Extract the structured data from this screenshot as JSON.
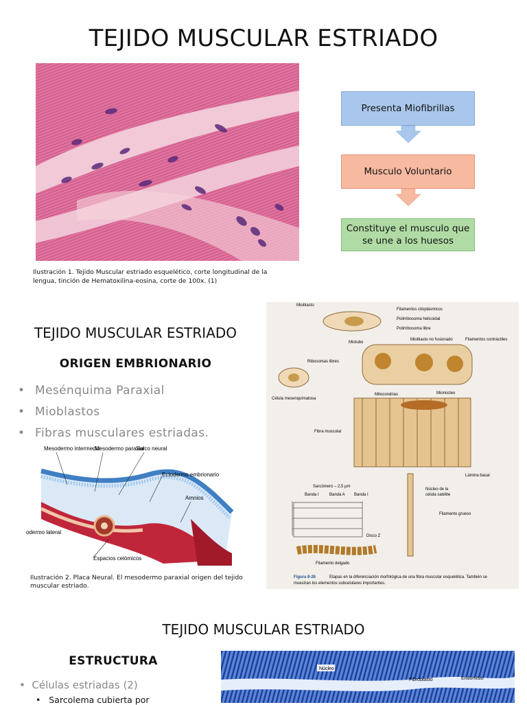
{
  "slide1": {
    "title": "TEJIDO MUSCULAR ESTRIADO",
    "caption": "Ilustración 1. Tejido Muscular estriado esquelético, corte longitudinal de la lengua, tinción de Hematoxilina-eosina, corte de 100x. (1)",
    "flow": [
      {
        "label": "Presenta Miofibrillas",
        "color": "#a9c7ec"
      },
      {
        "label": "Musculo Voluntario",
        "color": "#f7b9a0"
      },
      {
        "label": "Constituye el musculo que se une a los huesos",
        "color": "#b0dba4"
      }
    ]
  },
  "slide2": {
    "title": "TEJIDO MUSCULAR ESTRIADO",
    "heading": "ORIGEN EMBRIONARIO",
    "bullets": [
      "Mesénquima Paraxial",
      "Mioblastos",
      "Fibras musculares estriadas."
    ],
    "embryo_labels": {
      "mesodermo_intermedio": "Mesodermo intermedio",
      "mesodermo_paraxial": "Mesodermo paraxial",
      "surco_neural": "Surco neural",
      "ectodermo": "Ectodermo embrionario",
      "amnios": "Amnios",
      "mesodermo_lateral": "odermo lateral",
      "espacios": "Espacios celómicos"
    },
    "caption": "Ilustración 2. Placa Neural. El mesodermo paraxial origen del tejido muscular estriado.",
    "myo_labels": {
      "mioblasto": "Mioblasto",
      "filamentos_cito": "Filamentos citoplásmicos",
      "polirribosoma_hel": "Polirribosoma helicoidal",
      "polirribosoma_libre": "Polirribosoma libre",
      "miotubo": "Miotubo",
      "mioblasto_no_fus": "Mioblasto no fusionado",
      "filamentos_contr": "Filamentos contráctiles",
      "ribosomas": "Ribosomas libres",
      "celula_mes": "Célula mesenquimatosa",
      "mitocondrias": "Mitocondrias",
      "mionucleo": "Mionúcleo",
      "fibra": "Fibra muscular",
      "sarcomero": "Sarcómero – 2,5 µm",
      "lamina": "Lámina basal",
      "banda_i1": "Banda I",
      "banda_a": "Banda A",
      "banda_i2": "Banda I",
      "nucleo_sat1": "Núcleo de la",
      "nucleo_sat2": "célula satélite",
      "filamento_grueso": "Filamento grueso",
      "disco_z": "Disco Z",
      "filamento_delgado": "Filamento delgado",
      "figura": "Figura 8-26",
      "figura_text1": "Etapas en la diferenciación morfológica de una fibra muscular esquelética. También se",
      "figura_text2": "muestran los elementos subcelulares importantes."
    }
  },
  "slide3": {
    "title": "TEJIDO MUSCULAR ESTRIADO",
    "heading": "ESTRUCTURA",
    "bullet": "Células estriadas (2)",
    "subbullet": "Sarcolema cubierta por",
    "micro_labels": {
      "nucleo": "Núcleo",
      "fibroblasto": "Fibroblasto",
      "endomisio": "Endomisio"
    }
  }
}
